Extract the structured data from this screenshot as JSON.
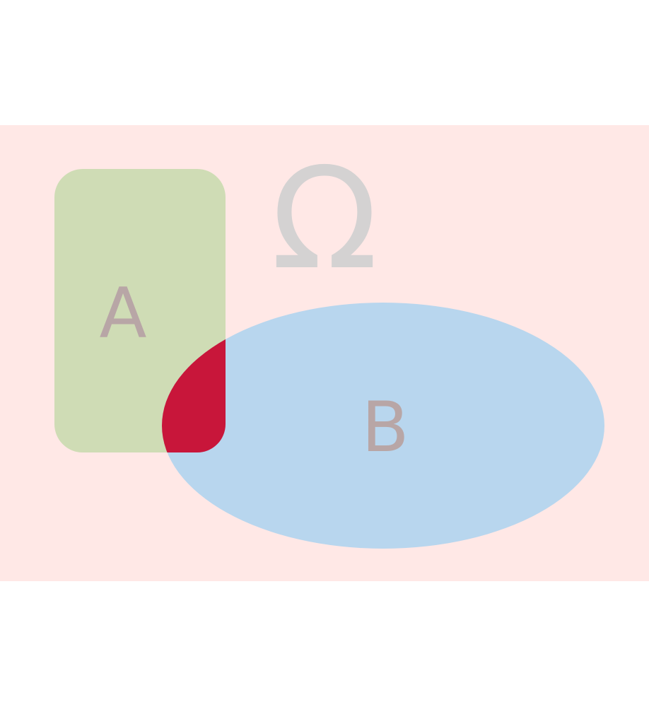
{
  "diagram": {
    "universe_label": "Ω",
    "set_a_label": "A",
    "set_b_label": "B",
    "highlighted_region": "A ∩ B"
  },
  "colors": {
    "universe_fill": "#ffe8e6",
    "set_a_fill": "#cfdcb5",
    "set_b_fill": "#b8d6ee",
    "intersection_fill": "#c8163a",
    "set_label_color": "#b8a6a6",
    "universe_label_color": "#d4d2d2"
  }
}
